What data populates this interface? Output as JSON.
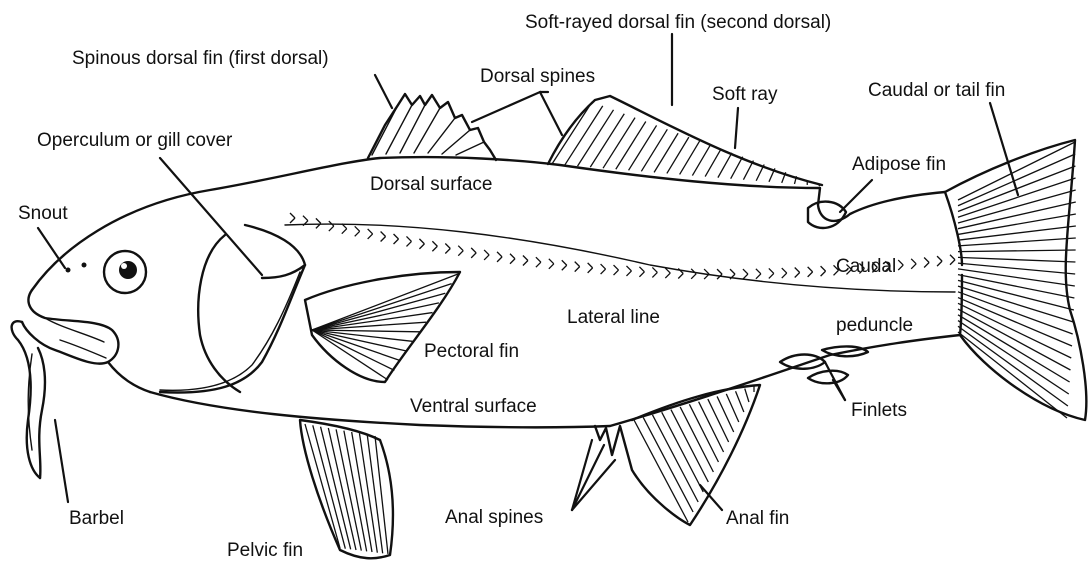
{
  "labels": {
    "soft_rayed_dorsal": "Soft-rayed dorsal fin (second dorsal)",
    "spinous_dorsal": "Spinous dorsal fin (first dorsal)",
    "dorsal_spines": "Dorsal spines",
    "soft_ray": "Soft ray",
    "caudal_fin": "Caudal or tail fin",
    "operculum": "Operculum or gill cover",
    "adipose_fin": "Adipose fin",
    "dorsal_surface": "Dorsal surface",
    "snout": "Snout",
    "caudal": "Caudal",
    "peduncle": "peduncle",
    "lateral_line": "Lateral line",
    "pectoral_fin": "Pectoral fin",
    "ventral_surface": "Ventral surface",
    "finlets": "Finlets",
    "barbel": "Barbel",
    "anal_spines": "Anal spines",
    "anal_fin": "Anal fin",
    "pelvic_fin": "Pelvic fin"
  }
}
